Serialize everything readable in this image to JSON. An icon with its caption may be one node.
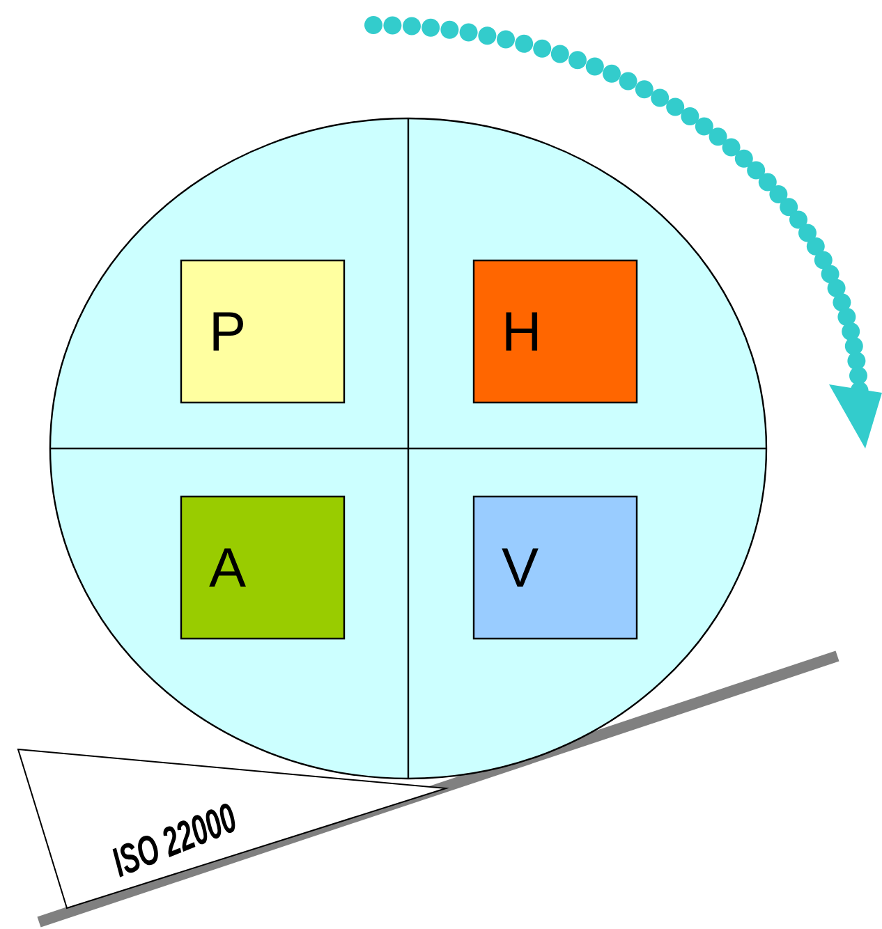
{
  "diagram": {
    "nodes": [
      {
        "text": [],
        "shape": "circle"
      },
      {
        "text": [
          "P"
        ],
        "in": 0
      },
      {
        "text": [
          "H"
        ],
        "in": 0
      },
      {
        "text": [
          "A"
        ],
        "in": 0
      },
      {
        "text": [
          "V"
        ],
        "in": 0
      },
      {
        "text": [
          "ISO 22000"
        ]
      }
    ]
  }
}
